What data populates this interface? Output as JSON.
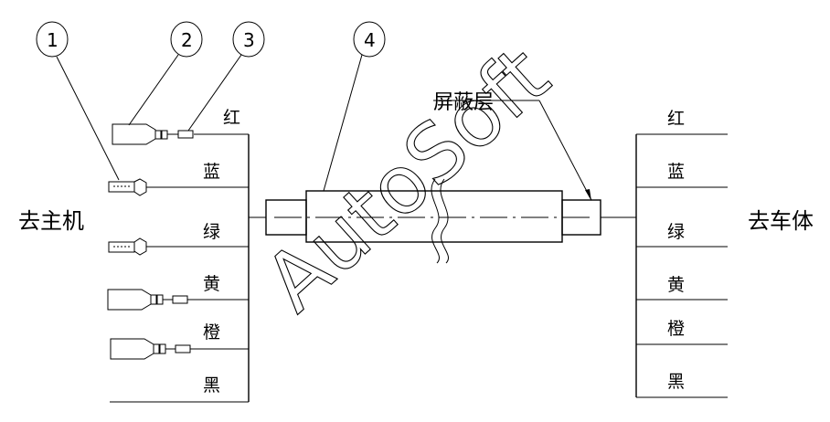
{
  "left_side": {
    "label": "去主机",
    "wires": [
      "红",
      "蓝",
      "绿",
      "黄",
      "橙",
      "黑"
    ]
  },
  "right_side": {
    "label": "去车体",
    "wires": [
      "红",
      "蓝",
      "绿",
      "黄",
      "橙",
      "黑"
    ]
  },
  "shield_label": "屏蔽层",
  "callouts": [
    "1",
    "2",
    "3",
    "4"
  ],
  "watermark": "AutoSoft"
}
